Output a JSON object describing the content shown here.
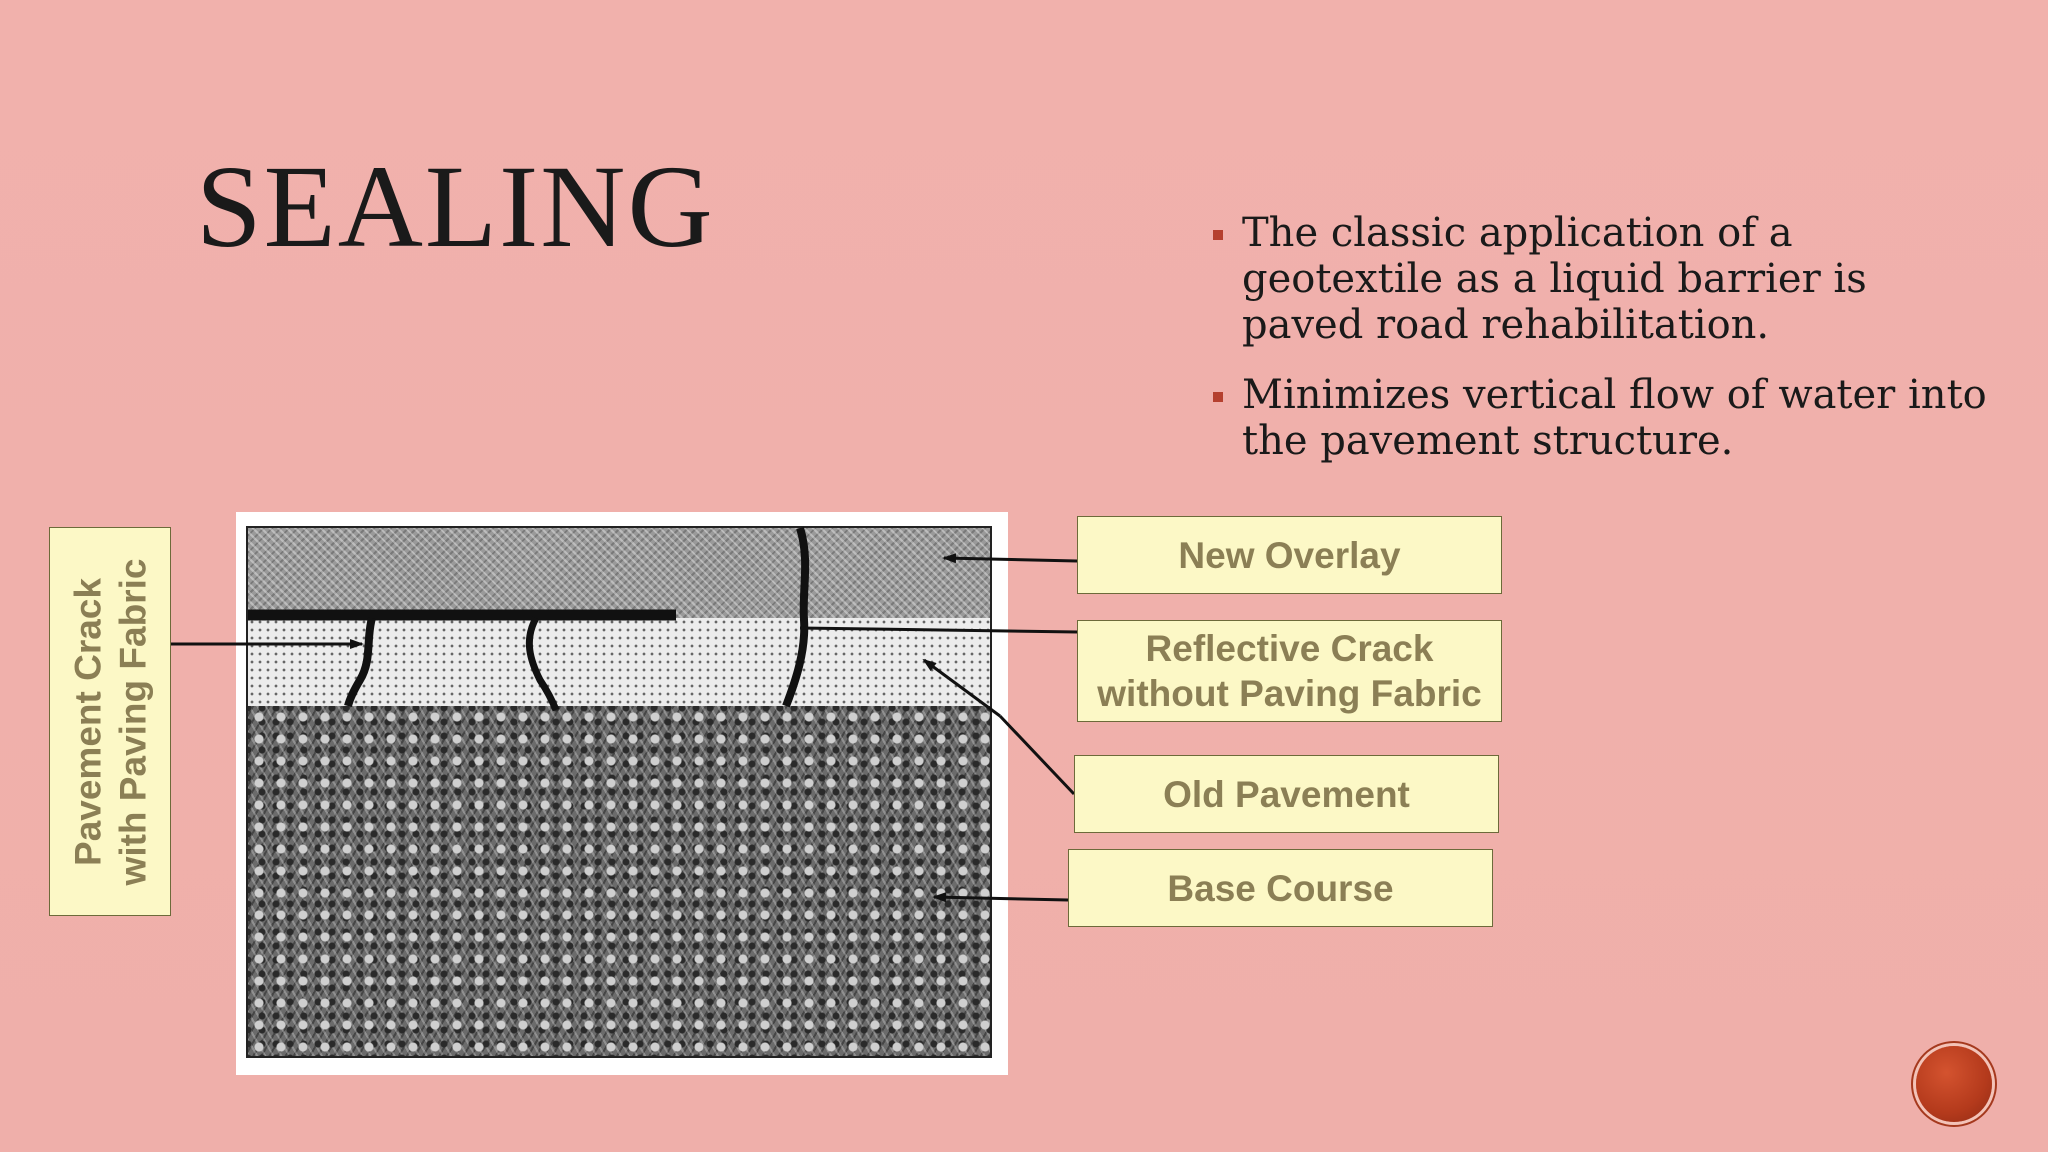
{
  "slide": {
    "title": "SEALING",
    "bullets": [
      "The classic application of a geotextile as a liquid barrier is paved road rehabilitation.",
      "Minimizes vertical flow of water into the pavement structure."
    ],
    "accent_color": "#b5402f",
    "background_color": "#f0b0ab"
  },
  "diagram": {
    "labels": {
      "new_overlay": "New Overlay",
      "reflective_crack_line1": "Reflective Crack",
      "reflective_crack_line2": "without Paving Fabric",
      "old_pavement": "Old Pavement",
      "base_course": "Base Course",
      "pavement_crack_line1": "Pavement Crack",
      "pavement_crack_line2": "with Paving Fabric"
    },
    "label_box_color": "#fcf8c6",
    "label_text_color": "#8b7f55"
  },
  "navigation": {
    "next_icon": "circle-nav-icon"
  }
}
